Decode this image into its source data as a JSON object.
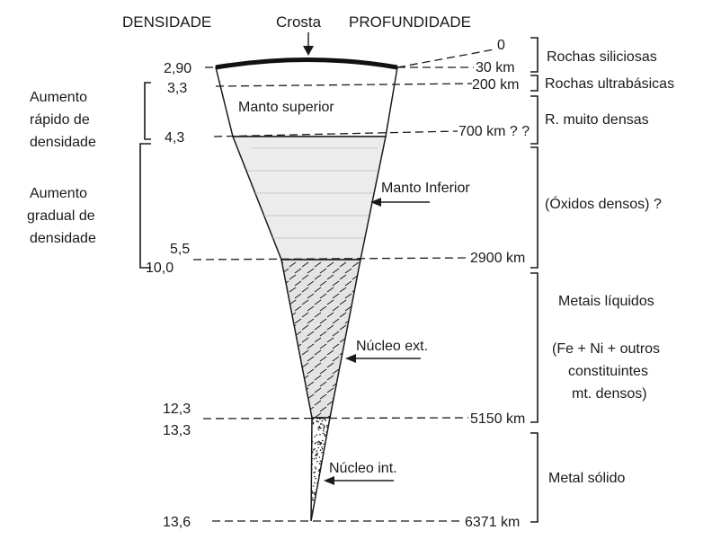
{
  "headers": {
    "density": "DENSIDADE",
    "crust": "Crosta",
    "depth": "PROFUNDIDADE"
  },
  "density_values": [
    "2,90",
    "3,3",
    "4,3",
    "5,5",
    "10,0",
    "12,3",
    "13,3",
    "13,6"
  ],
  "depth_values": [
    "0",
    "30 km",
    "200 km",
    "700 km ? ?",
    "2900 km",
    "5150 km",
    "6371 km"
  ],
  "layer_labels": {
    "upper_mantle": "Manto superior",
    "lower_mantle": "Manto Inferior",
    "outer_core": "Núcleo ext.",
    "inner_core": "Núcleo int."
  },
  "left_notes": {
    "rapid": [
      "Aumento",
      "rápido de",
      "densidade"
    ],
    "gradual": [
      "Aumento",
      "gradual de",
      "densidade"
    ]
  },
  "composition": {
    "siliceous": "Rochas siliciosas",
    "ultrabasic": "Rochas ultrabásicas",
    "dense": "R. muito densas",
    "oxides": "(Óxidos densos) ?",
    "liquid_metals": "Metais líquidos",
    "liquid_detail": [
      "(Fe + Ni + outros",
      "constituintes",
      "mt. densos)"
    ],
    "solid_metal": "Metal sólido"
  },
  "colors": {
    "ink": "#1a1a1a",
    "lower_mantle_fill": "#ececec",
    "outer_core_fill": "#e4e4e4"
  }
}
